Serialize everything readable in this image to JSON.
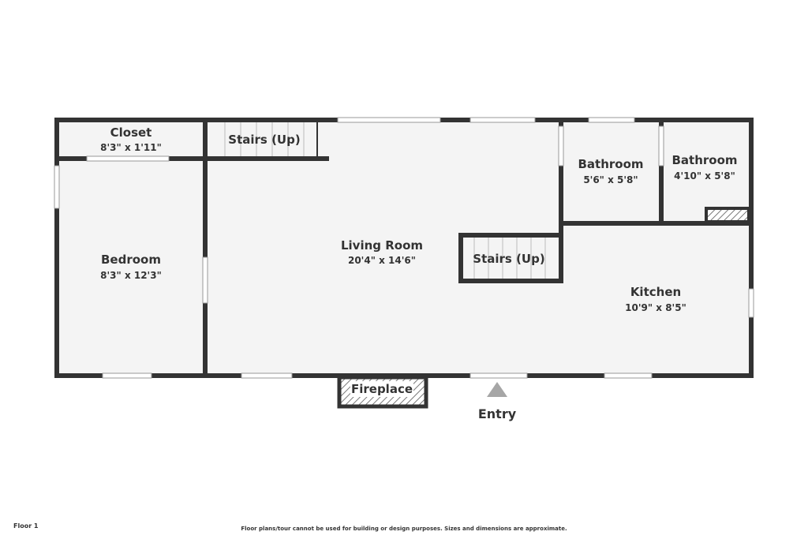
{
  "rooms": {
    "closet": {
      "name": "Closet",
      "dims": "8'3\" x 1'11\""
    },
    "stairs1": {
      "name": "Stairs (Up)"
    },
    "bedroom": {
      "name": "Bedroom",
      "dims": "8'3\" x 12'3\""
    },
    "living": {
      "name": "Living Room",
      "dims": "20'4\" x 14'6\""
    },
    "stairs2": {
      "name": "Stairs (Up)"
    },
    "bath1": {
      "name": "Bathroom",
      "dims": "5'6\" x 5'8\""
    },
    "bath2": {
      "name": "Bathroom",
      "dims": "4'10\" x 5'8\""
    },
    "kitchen": {
      "name": "Kitchen",
      "dims": "10'9\" x 8'5\""
    },
    "fireplace": {
      "name": "Fireplace"
    }
  },
  "entry": {
    "label": "Entry"
  },
  "footer": {
    "floor": "Floor 1",
    "disclaimer": "Floor plans/tour cannot be used for building or design purposes. Sizes and dimensions are approximate."
  },
  "colors": {
    "wall": "#333333",
    "floor": "#f4f4f4",
    "window": "#ffffff",
    "entry_arrow": "#a6a6a6"
  }
}
